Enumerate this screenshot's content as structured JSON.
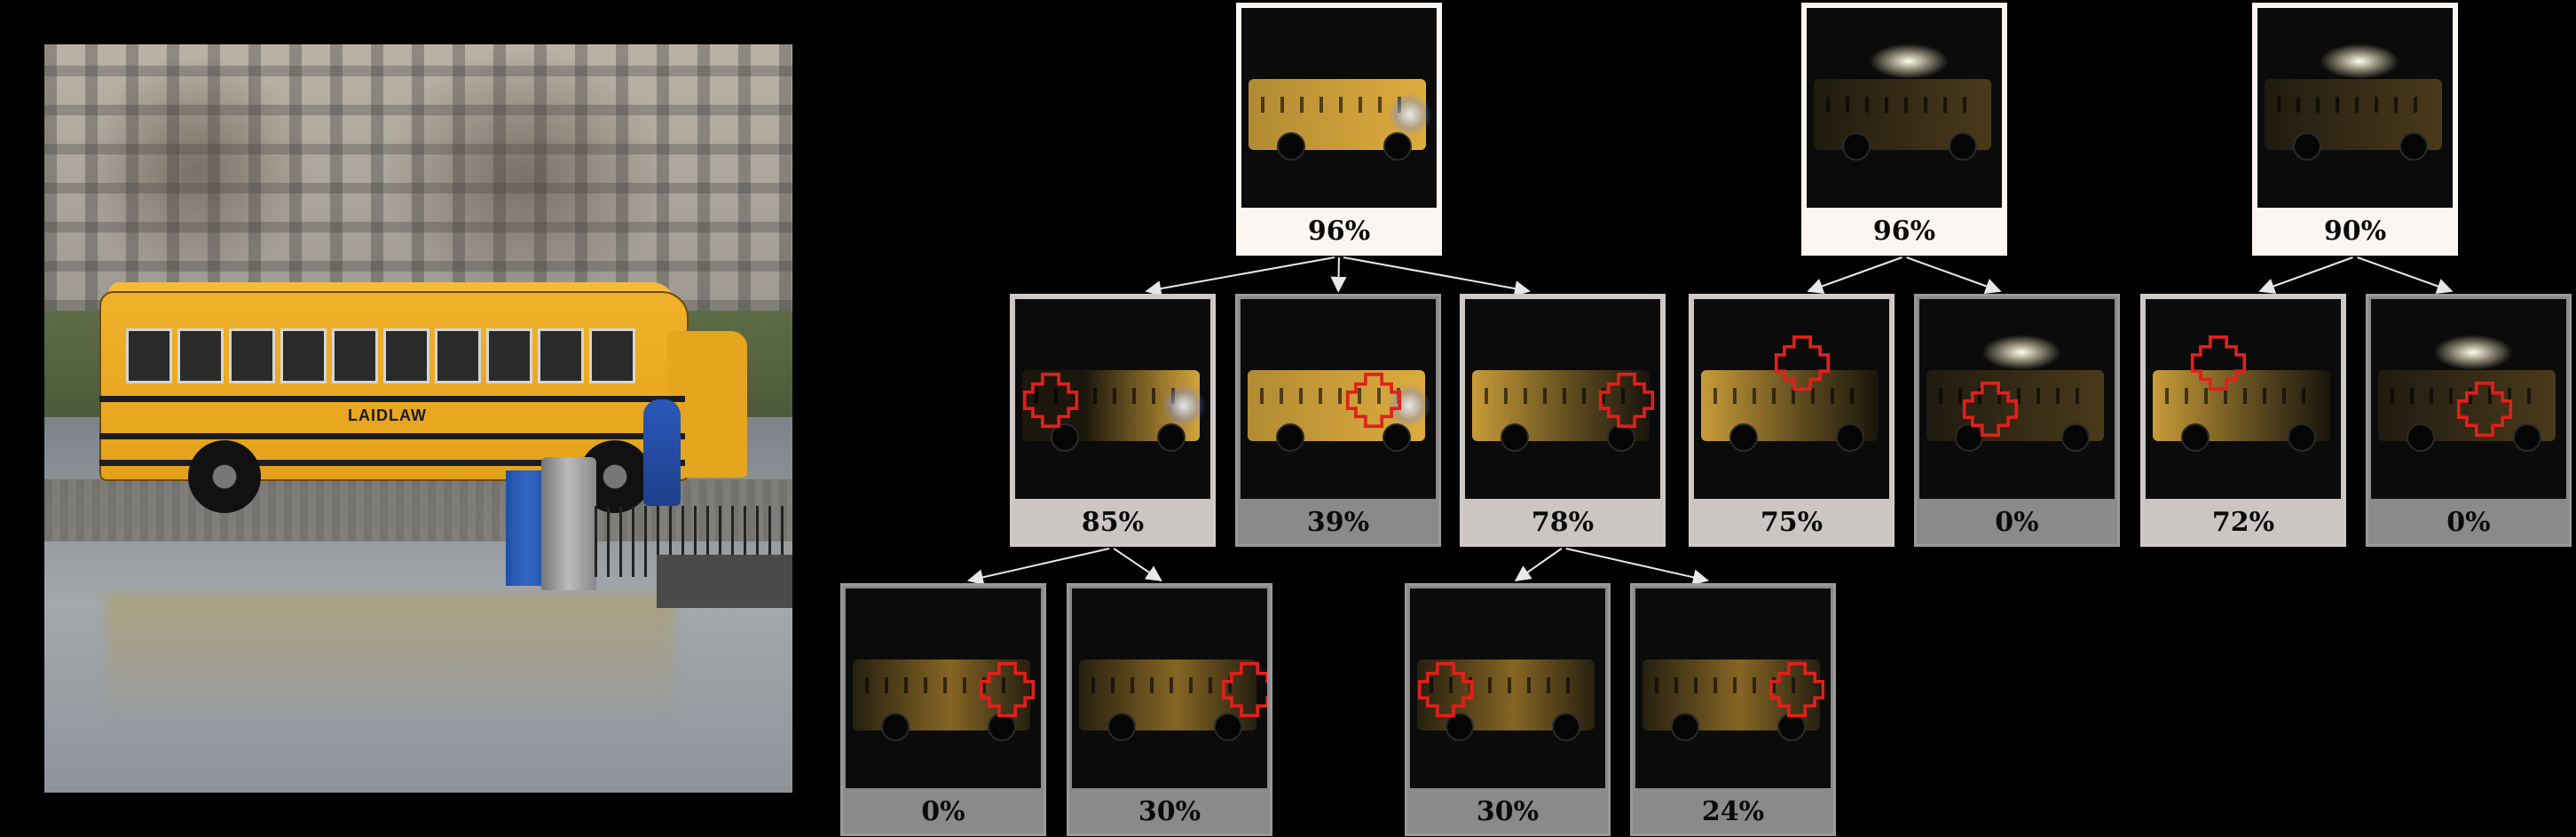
{
  "input_image": {
    "subject": "school-bus",
    "bus_lettering": "LAIDLAW"
  },
  "colors": {
    "highlight": "#e9b540",
    "mask_outline": "#e0201b",
    "edge": "#e8e8e8",
    "background": "#000000"
  },
  "nodes": [
    {
      "id": "r1",
      "label": "96%",
      "level": "hi",
      "variant": "bus-full",
      "mask": "none"
    },
    {
      "id": "r2",
      "label": "96%",
      "level": "hi",
      "variant": "roof",
      "mask": "none"
    },
    {
      "id": "r3",
      "label": "90%",
      "level": "hi",
      "variant": "roof",
      "mask": "none"
    },
    {
      "id": "c11",
      "label": "85%",
      "level": "mid",
      "variant": "bus-front",
      "mask": "left"
    },
    {
      "id": "c12",
      "label": "39%",
      "level": "low",
      "variant": "bus-full",
      "mask": "center"
    },
    {
      "id": "c13",
      "label": "78%",
      "level": "mid",
      "variant": "bus-back",
      "mask": "right"
    },
    {
      "id": "c21",
      "label": "75%",
      "level": "mid",
      "variant": "bus-back",
      "mask": "top"
    },
    {
      "id": "c22",
      "label": "0%",
      "level": "low",
      "variant": "roof",
      "mask": "center-left"
    },
    {
      "id": "c31",
      "label": "72%",
      "level": "mid",
      "variant": "bus-back",
      "mask": "top-left"
    },
    {
      "id": "c32",
      "label": "0%",
      "level": "low",
      "variant": "roof",
      "mask": "center-right"
    },
    {
      "id": "g111",
      "label": "0%",
      "level": "low",
      "variant": "bus-dim",
      "mask": "right"
    },
    {
      "id": "g112",
      "label": "30%",
      "level": "low",
      "variant": "bus-dim",
      "mask": "far-right"
    },
    {
      "id": "g131",
      "label": "30%",
      "level": "low",
      "variant": "bus-dim",
      "mask": "left"
    },
    {
      "id": "g132",
      "label": "24%",
      "level": "low",
      "variant": "bus-dim",
      "mask": "right"
    }
  ],
  "edges": [
    [
      "r1",
      "c11"
    ],
    [
      "r1",
      "c12"
    ],
    [
      "r1",
      "c13"
    ],
    [
      "r2",
      "c21"
    ],
    [
      "r2",
      "c22"
    ],
    [
      "r3",
      "c31"
    ],
    [
      "r3",
      "c32"
    ],
    [
      "c11",
      "g111"
    ],
    [
      "c11",
      "g112"
    ],
    [
      "c13",
      "g131"
    ],
    [
      "c13",
      "g132"
    ]
  ]
}
